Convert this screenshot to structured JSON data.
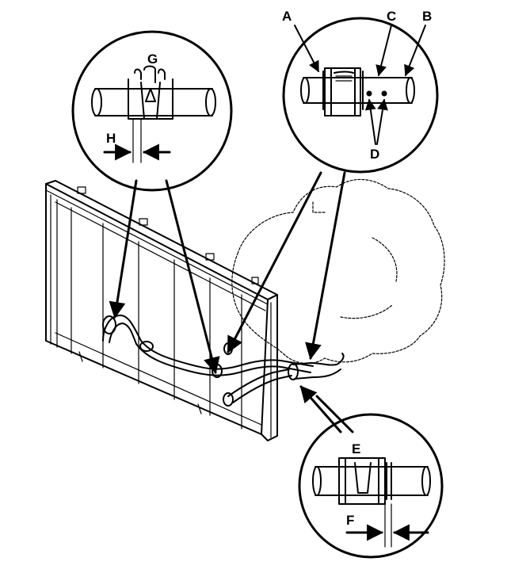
{
  "callouts": {
    "A": "A",
    "B": "B",
    "C": "C",
    "D": "D",
    "E": "E",
    "F": "F",
    "G": "G",
    "H": "H"
  },
  "colors": {
    "ink": "#000000",
    "paper": "#ffffff"
  }
}
